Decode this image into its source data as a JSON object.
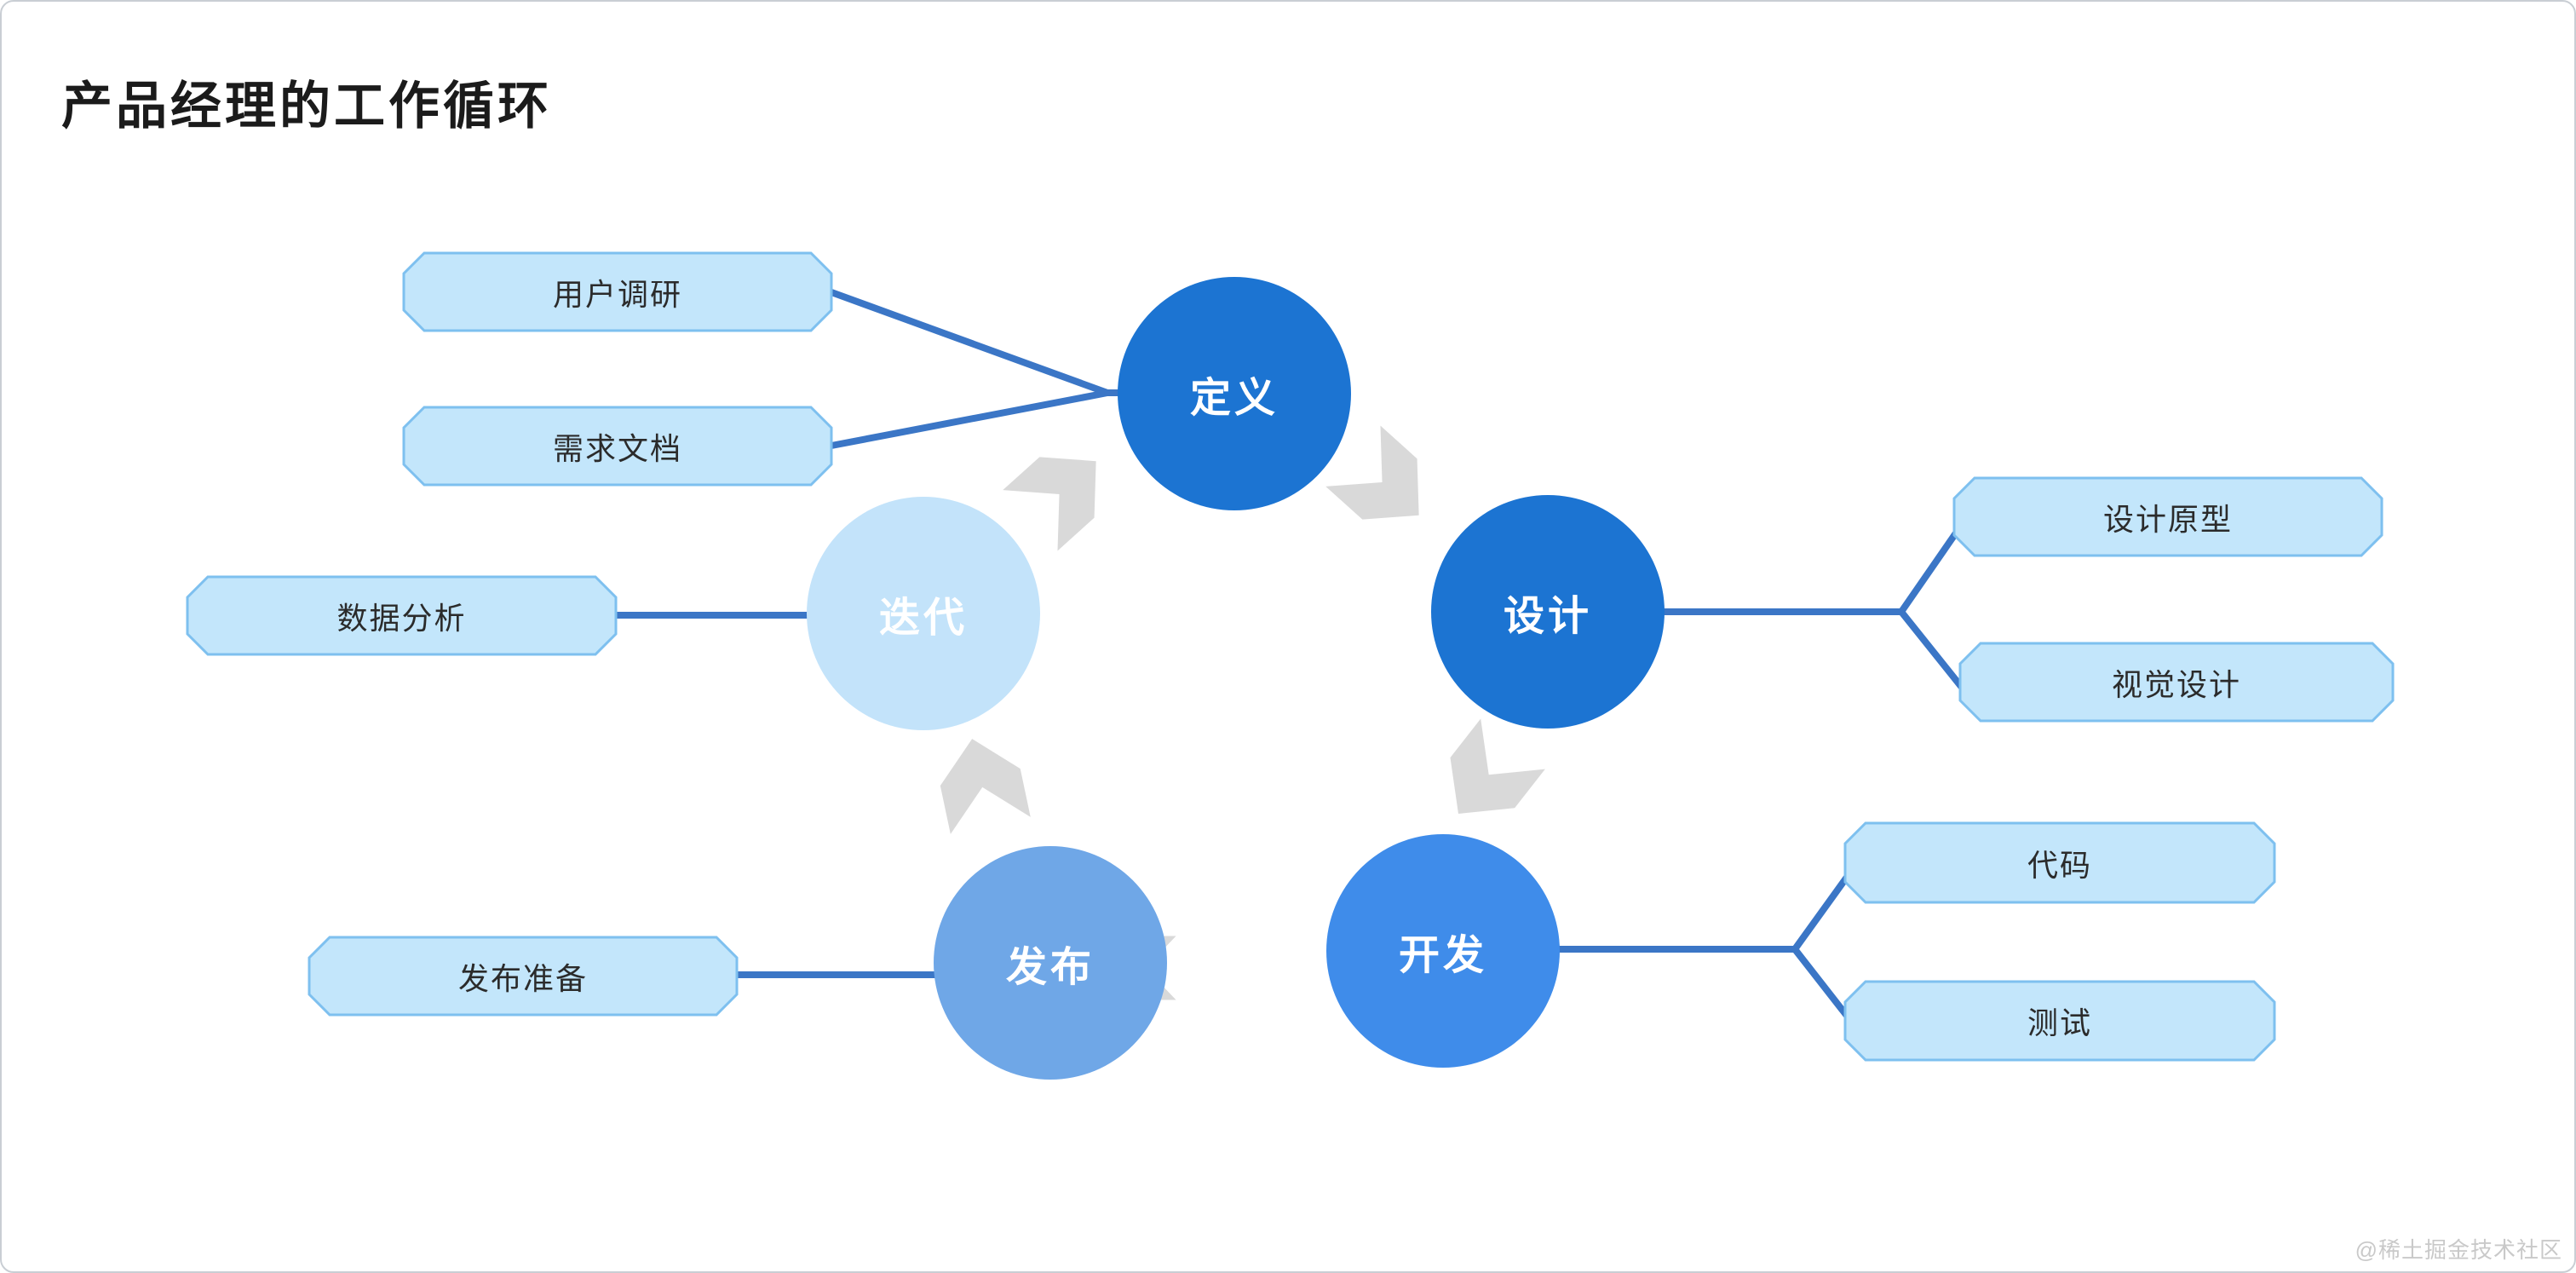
{
  "page": {
    "title": "产品经理的工作循环",
    "watermark": "@稀土掘金技术社区",
    "background": "#ffffff"
  },
  "colors": {
    "stage_dark_blue": "#1c74d2",
    "stage_bright_blue": "#3f8cea",
    "stage_soft_blue": "#6fa7e7",
    "stage_pale_blue": "#c3e3fa",
    "artifact_fill": "#c3e6fb",
    "artifact_border": "#7ec0ef",
    "connector_line": "#3b76c6",
    "flow_arrow_gray": "#d9d9d9",
    "title_text": "#1b1b1b",
    "artifact_text": "#2b2b2b",
    "stage_text": "#ffffff"
  },
  "diagram": {
    "cycle_order": [
      "定义",
      "设计",
      "开发",
      "发布",
      "迭代"
    ],
    "stages": [
      {
        "id": "define",
        "label": "定义",
        "color": "#1c74d2"
      },
      {
        "id": "design",
        "label": "设计",
        "color": "#1c74d2"
      },
      {
        "id": "develop",
        "label": "开发",
        "color": "#3f8cea"
      },
      {
        "id": "release",
        "label": "发布",
        "color": "#6fa7e7"
      },
      {
        "id": "iterate",
        "label": "迭代",
        "color": "#c3e3fa"
      }
    ],
    "artifacts": [
      {
        "id": "user-research",
        "label": "用户调研"
      },
      {
        "id": "prd",
        "label": "需求文档"
      },
      {
        "id": "data-analysis",
        "label": "数据分析"
      },
      {
        "id": "release-prep",
        "label": "发布准备"
      },
      {
        "id": "design-proto",
        "label": "设计原型"
      },
      {
        "id": "visual-design",
        "label": "视觉设计"
      },
      {
        "id": "code",
        "label": "代码"
      },
      {
        "id": "test",
        "label": "测试"
      }
    ]
  }
}
